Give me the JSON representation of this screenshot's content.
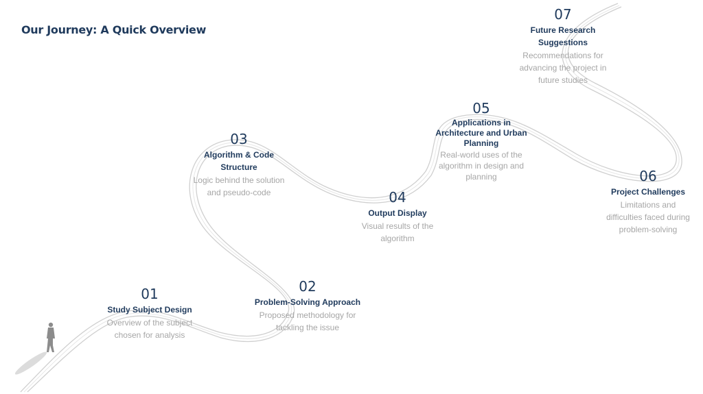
{
  "title": "Our Journey: A Quick Overview",
  "steps": [
    {
      "number": "01",
      "title": "Study Subject Design",
      "description": "Overview of the subject chosen for analysis"
    },
    {
      "number": "02",
      "title": "Problem-Solving Approach",
      "description": "Proposed methodology for tackling the issue"
    },
    {
      "number": "03",
      "title": "Algorithm & Code Structure",
      "description": "Logic  behind the solution and  pseudo-code"
    },
    {
      "number": "04",
      "title": "Output Display",
      "description": "Visual results of the algorithm"
    },
    {
      "number": "05",
      "title": "Applications in Architecture and Urban Planning",
      "description": "Real-world uses of the algorithm in design and planning"
    },
    {
      "number": "06",
      "title": "Project Challenges",
      "description": "Limitations and difficulties faced during problem-solving"
    },
    {
      "number": "07",
      "title": "Future Research Suggestions",
      "description": "Recommendations for advancing the project in future studies"
    }
  ],
  "colors": {
    "heading": "#1f3a5c",
    "description": "#a6a6a6",
    "road": "#c9c9c9"
  },
  "icons": {
    "walker": "person-walking-icon"
  }
}
